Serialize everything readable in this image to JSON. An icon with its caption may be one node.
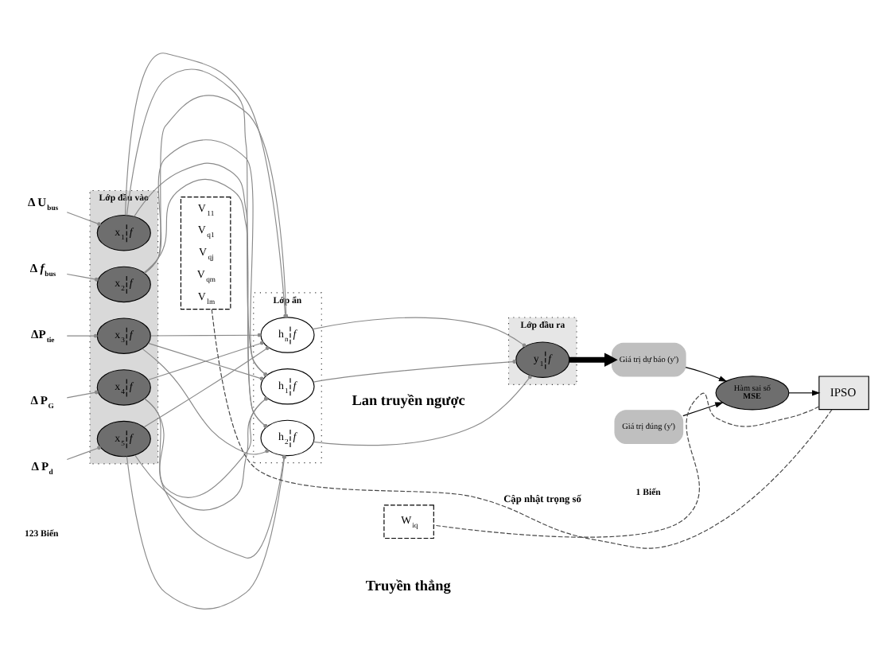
{
  "diagram": {
    "nodes": [
      {
        "text": [
          "Δ U$_{bus}$"
        ]
      },
      {
        "text": [
          "Δ *f*$_{bus}$"
        ]
      },
      {
        "text": [
          "ΔP$_{tie}$"
        ]
      },
      {
        "text": [
          "Δ P$_{G}$"
        ]
      },
      {
        "text": [
          "Δ P$_{d}$"
        ]
      },
      {
        "text": [
          "Lớp đầu vào"
        ]
      },
      {
        "text": [
          "x$_{1}$",
          "f"
        ],
        "in": 5
      },
      {
        "text": [
          "x$_{2}$",
          "f"
        ],
        "in": 5
      },
      {
        "text": [
          "x$_{3}$",
          "f"
        ],
        "in": 5
      },
      {
        "text": [
          "x$_{4}$",
          "f"
        ],
        "in": 5
      },
      {
        "text": [
          "x$_{5}$",
          "f"
        ],
        "in": 5
      },
      {
        "text": [
          "V$_{11}$",
          "V$_{q1}$",
          "V$_{qj}$",
          "V$_{qm}$",
          "V$_{lm}$"
        ]
      },
      {
        "text": [
          "Lớp ẩn"
        ]
      },
      {
        "text": [
          "h$_{1}$",
          "f"
        ],
        "in": 12
      },
      {
        "text": [
          "h$_{2}$",
          "f"
        ],
        "in": 12
      },
      {
        "text": [
          "h$_{n}$",
          "f"
        ],
        "in": 12
      },
      {
        "text": [
          "W$_{iq}$"
        ]
      },
      {
        "text": [
          "Lớp đầu ra"
        ]
      },
      {
        "text": [
          "y$_{1}$",
          "f"
        ],
        "in": 17
      },
      {
        "text": [
          "Giá trị dự báo (y')"
        ]
      },
      {
        "text": [
          "Giá trị đúng (y')"
        ]
      },
      {
        "text": [
          "Hàm sai số",
          "MSE"
        ]
      },
      {
        "text": [
          "IPSO"
        ]
      }
    ],
    "edges": [
      {
        "from": 0,
        "to": 6,
        "arrow": "other"
      },
      {
        "from": 1,
        "to": 7,
        "arrow": "other"
      },
      {
        "from": 2,
        "to": 8,
        "arrow": "other"
      },
      {
        "from": 3,
        "to": 9,
        "arrow": "other"
      },
      {
        "from": 4,
        "to": 10,
        "arrow": "other"
      },
      {
        "from": 6,
        "to": 13,
        "arrow": "other"
      },
      {
        "from": 6,
        "to": 14,
        "arrow": "other"
      },
      {
        "from": 6,
        "to": 15,
        "arrow": "other"
      },
      {
        "from": 7,
        "to": 13,
        "arrow": "other"
      },
      {
        "from": 7,
        "to": 14,
        "arrow": "other"
      },
      {
        "from": 7,
        "to": 15,
        "arrow": "other"
      },
      {
        "from": 8,
        "to": 13,
        "arrow": "other"
      },
      {
        "from": 8,
        "to": 14,
        "arrow": "other"
      },
      {
        "from": 8,
        "to": 15,
        "arrow": "other"
      },
      {
        "from": 9,
        "to": 13,
        "arrow": "other"
      },
      {
        "from": 9,
        "to": 14,
        "arrow": "other"
      },
      {
        "from": 9,
        "to": 15,
        "arrow": "other"
      },
      {
        "from": 10,
        "to": 13,
        "arrow": "other"
      },
      {
        "from": 10,
        "to": 14,
        "arrow": "other"
      },
      {
        "from": 10,
        "to": 15,
        "arrow": "other"
      },
      {
        "from": 13,
        "to": 18,
        "arrow": "other"
      },
      {
        "from": 14,
        "to": 18,
        "arrow": "other"
      },
      {
        "from": 15,
        "to": 18,
        "arrow": "other"
      },
      {
        "from": 18,
        "to": 19,
        "arrow": "to",
        "style": "thick",
        "color": "#000000"
      },
      {
        "from": 19,
        "to": 21,
        "arrow": "to",
        "color": "#000000"
      },
      {
        "from": 20,
        "to": 21,
        "arrow": "to",
        "color": "#000000"
      },
      {
        "from": 21,
        "to": 22,
        "arrow": "to",
        "color": "#000000"
      },
      {
        "from": 22,
        "to": 11,
        "arrow": "none",
        "style": "dashed",
        "color": "#444444",
        "label": "Cập nhật trọng số"
      },
      {
        "from": 22,
        "to": 16,
        "arrow": "none",
        "style": "dashed",
        "color": "#444444"
      }
    ],
    "labels": [
      "Lan truyền ngược",
      "123 Biến",
      "1 Biến",
      "Truyền thẳng"
    ]
  }
}
